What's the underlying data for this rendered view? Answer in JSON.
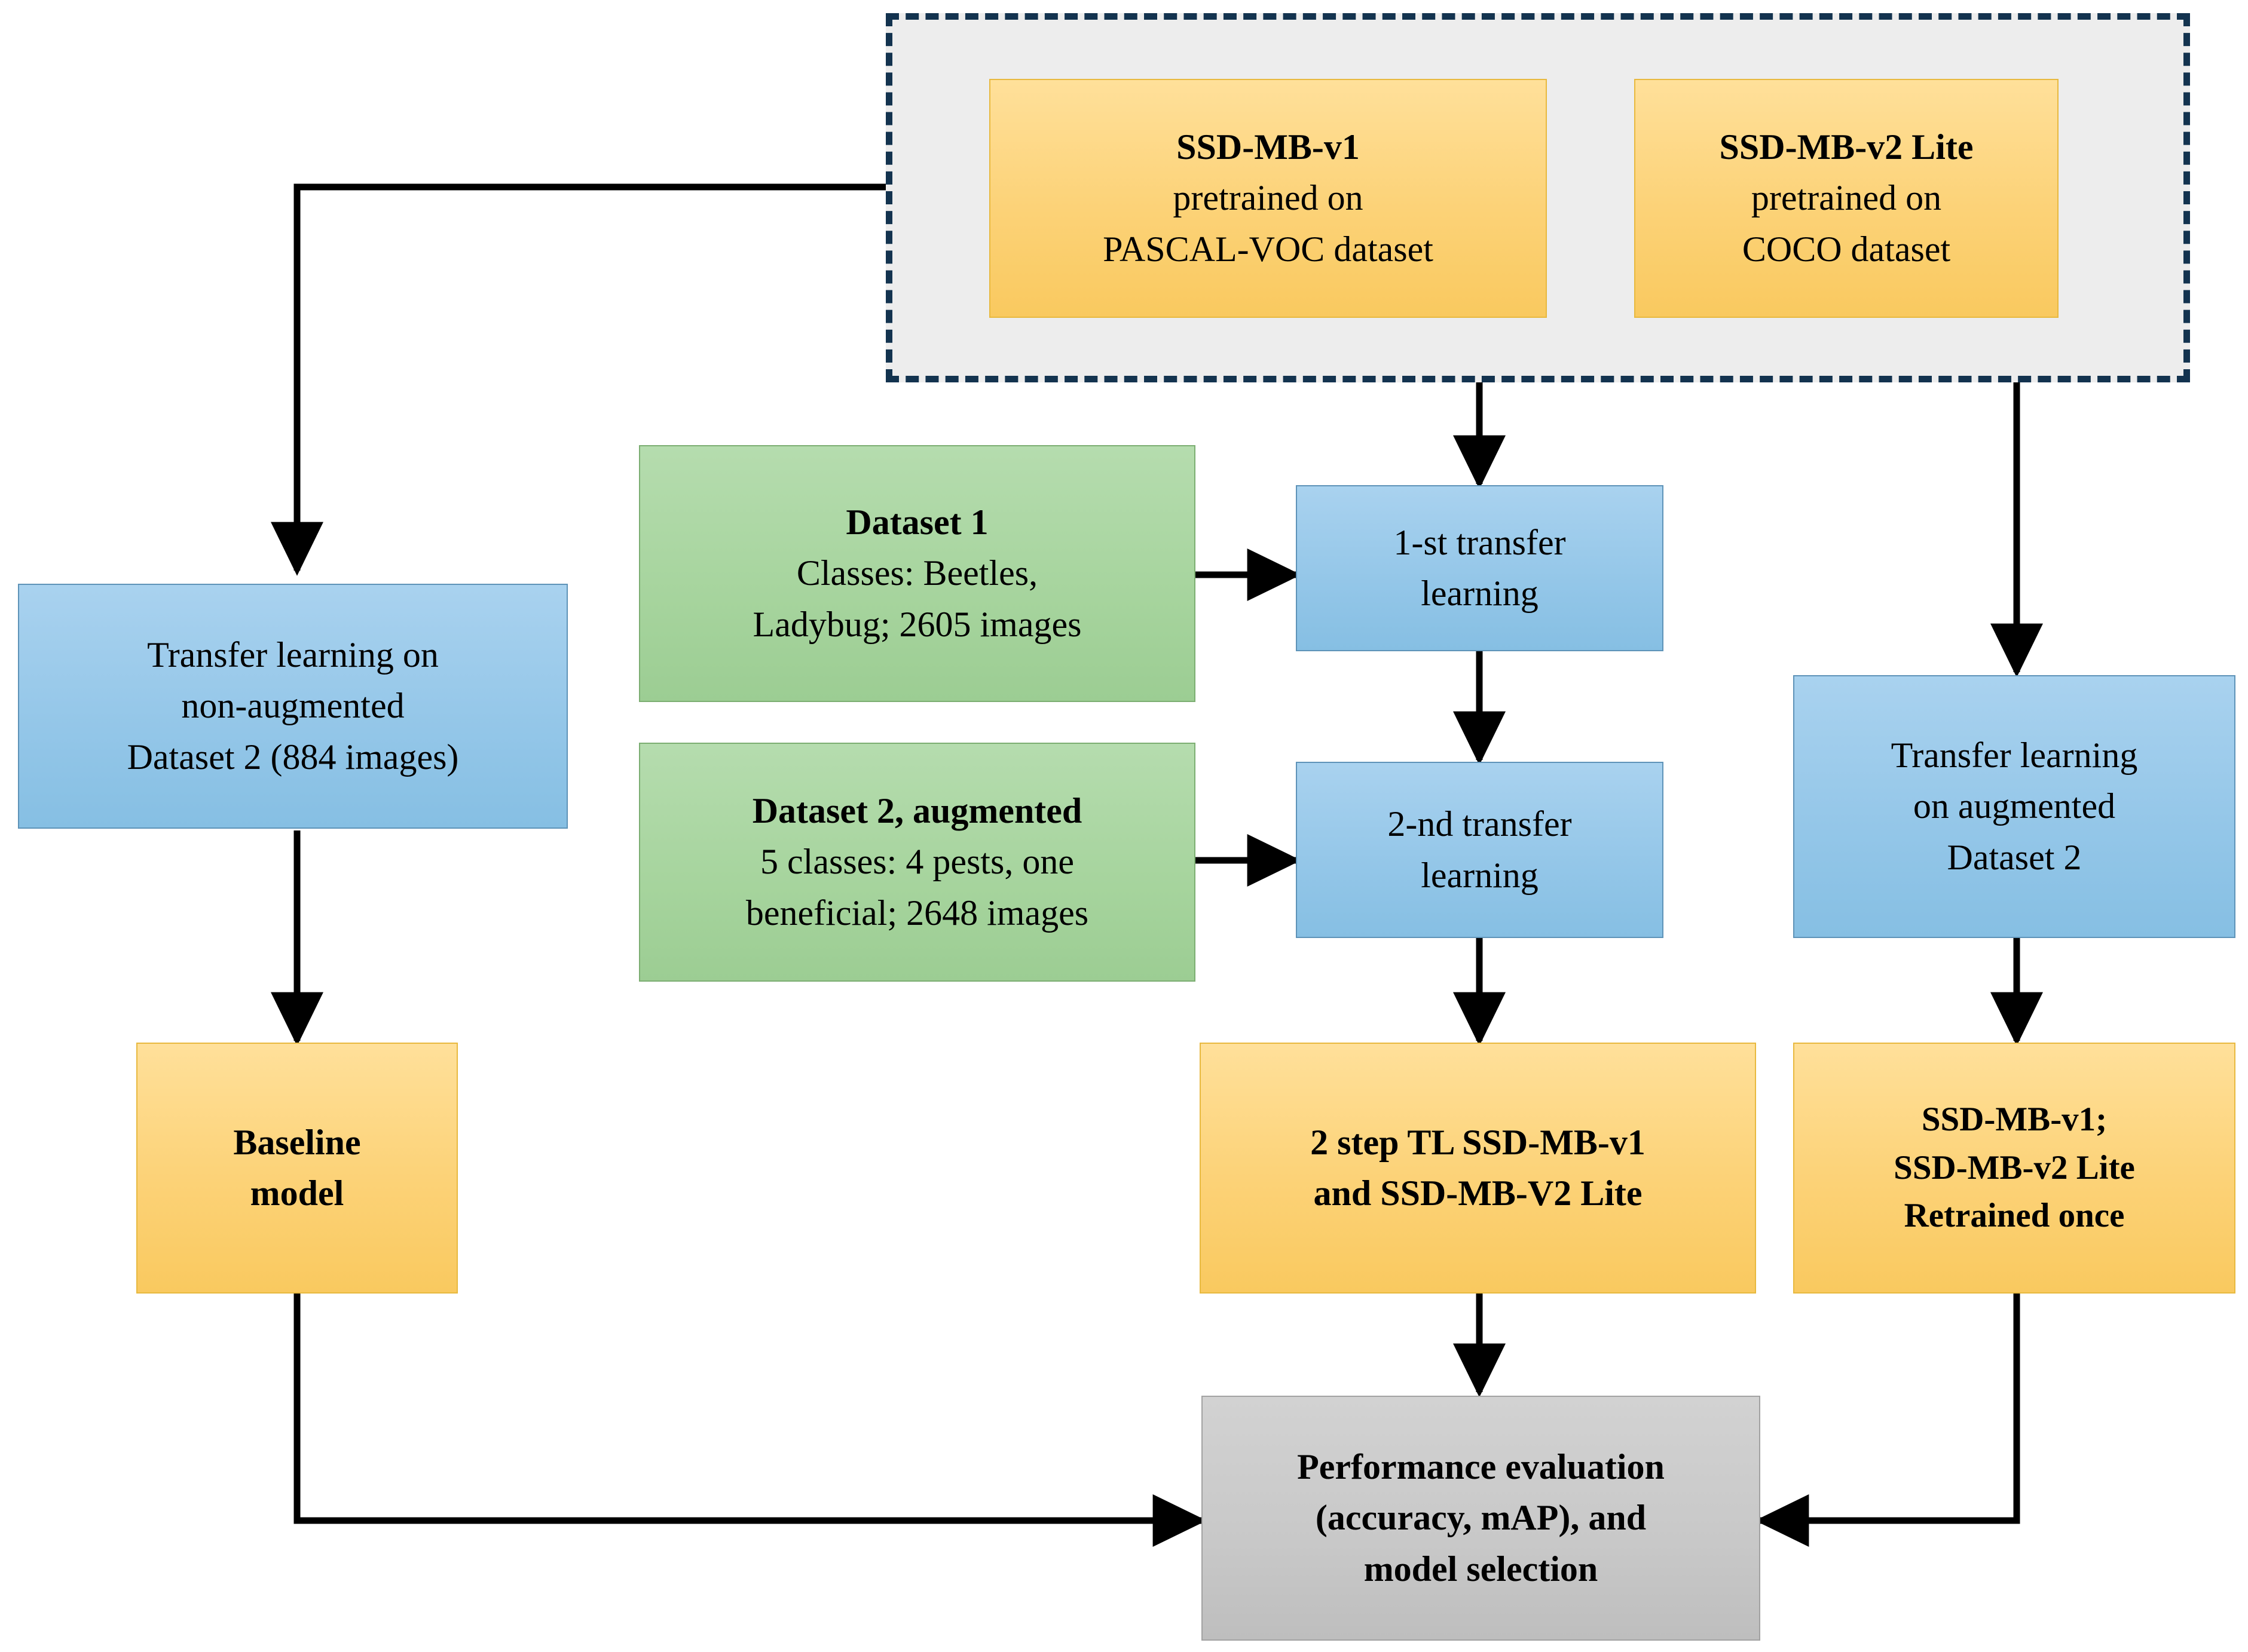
{
  "diagram": {
    "title": "Transfer learning pipeline for SSD MobileNet pest detection models",
    "colors": {
      "yellow": "#fcd277",
      "green": "#a6d49d",
      "blue": "#93c6e8",
      "gray": "#c8c8c8",
      "dashed_border": "#13334f",
      "group_fill": "#ededed",
      "arrow": "#000000"
    },
    "pretrained_group": {
      "name": "pretrained-models-group",
      "style": "dashed-outline",
      "nodes": [
        {
          "id": "ssd-mb-v1-pretrained",
          "color": "yellow",
          "lines": [
            {
              "text": "SSD-MB-v1",
              "bold": true
            },
            {
              "text": "pretrained on",
              "bold": false
            },
            {
              "text": "PASCAL-VOC dataset",
              "bold": false
            }
          ]
        },
        {
          "id": "ssd-mb-v2-lite-pretrained",
          "color": "yellow",
          "lines": [
            {
              "text": "SSD-MB-v2 Lite",
              "bold": true
            },
            {
              "text": "pretrained on",
              "bold": false
            },
            {
              "text": "COCO dataset",
              "bold": false
            }
          ]
        }
      ]
    },
    "nodes": {
      "transfer_non_augmented": {
        "id": "transfer-learning-non-augmented",
        "color": "blue",
        "lines": [
          {
            "text": "Transfer learning on",
            "bold": false
          },
          {
            "text": "non-augmented",
            "bold": false
          },
          {
            "text": "Dataset 2 (884 images)",
            "bold": false
          }
        ]
      },
      "dataset1": {
        "id": "dataset-1",
        "color": "green",
        "lines": [
          {
            "text": "Dataset 1",
            "bold": true
          },
          {
            "text": "Classes: Beetles,",
            "bold": false
          },
          {
            "text": "Ladybug; 2605 images",
            "bold": false
          }
        ]
      },
      "dataset2": {
        "id": "dataset-2",
        "color": "green",
        "lines": [
          {
            "text": "Dataset 2, augmented",
            "bold": true
          },
          {
            "text": "5 classes: 4 pests, one",
            "bold": false
          },
          {
            "text": "beneficial; 2648 images",
            "bold": false
          }
        ]
      },
      "first_transfer": {
        "id": "first-transfer-learning",
        "color": "blue",
        "lines": [
          {
            "text": "1-st transfer",
            "bold": false
          },
          {
            "text": "learning",
            "bold": false
          }
        ]
      },
      "second_transfer": {
        "id": "second-transfer-learning",
        "color": "blue",
        "lines": [
          {
            "text": "2-nd transfer",
            "bold": false
          },
          {
            "text": "learning",
            "bold": false
          }
        ]
      },
      "transfer_augmented": {
        "id": "transfer-learning-augmented",
        "color": "blue",
        "lines": [
          {
            "text": "Transfer learning",
            "bold": false
          },
          {
            "text": "on augmented",
            "bold": false
          },
          {
            "text": "Dataset 2",
            "bold": false
          }
        ]
      },
      "baseline_model": {
        "id": "baseline-model",
        "color": "yellow",
        "lines": [
          {
            "text": "Baseline",
            "bold": true
          },
          {
            "text": "model",
            "bold": true
          }
        ]
      },
      "two_step_tl": {
        "id": "two-step-tl-models",
        "color": "yellow",
        "lines": [
          {
            "text": "2 step TL SSD-MB-v1",
            "bold": true
          },
          {
            "text": "and SSD-MB-V2 Lite",
            "bold": true
          }
        ]
      },
      "retrained_once": {
        "id": "retrained-once-models",
        "color": "yellow",
        "lines": [
          {
            "text": "SSD-MB-v1;",
            "bold": true
          },
          {
            "text": "SSD-MB-v2 Lite",
            "bold": true
          },
          {
            "text": "Retrained once",
            "bold": true
          }
        ]
      },
      "performance_eval": {
        "id": "performance-evaluation",
        "color": "gray",
        "lines": [
          {
            "text": "Performance evaluation",
            "bold": true
          },
          {
            "text": "(accuracy, mAP), and",
            "bold": true
          },
          {
            "text": "model selection",
            "bold": true
          }
        ]
      }
    },
    "edges": [
      {
        "from": "ssd-mb-v1-pretrained",
        "to": "transfer-learning-non-augmented",
        "style": "elbow-left-down"
      },
      {
        "from": "pretrained-models-group",
        "to": "first-transfer-learning",
        "style": "straight-down"
      },
      {
        "from": "ssd-mb-v2-lite-pretrained",
        "to": "transfer-learning-augmented",
        "style": "straight-down"
      },
      {
        "from": "dataset-1",
        "to": "first-transfer-learning",
        "style": "straight-right"
      },
      {
        "from": "dataset-2",
        "to": "second-transfer-learning",
        "style": "straight-right"
      },
      {
        "from": "first-transfer-learning",
        "to": "second-transfer-learning",
        "style": "straight-down"
      },
      {
        "from": "second-transfer-learning",
        "to": "two-step-tl-models",
        "style": "straight-down"
      },
      {
        "from": "transfer-learning-non-augmented",
        "to": "baseline-model",
        "style": "straight-down"
      },
      {
        "from": "transfer-learning-augmented",
        "to": "retrained-once-models",
        "style": "straight-down"
      },
      {
        "from": "two-step-tl-models",
        "to": "performance-evaluation",
        "style": "straight-down"
      },
      {
        "from": "baseline-model",
        "to": "performance-evaluation",
        "style": "elbow-down-right"
      },
      {
        "from": "retrained-once-models",
        "to": "performance-evaluation",
        "style": "elbow-down-left"
      }
    ]
  }
}
